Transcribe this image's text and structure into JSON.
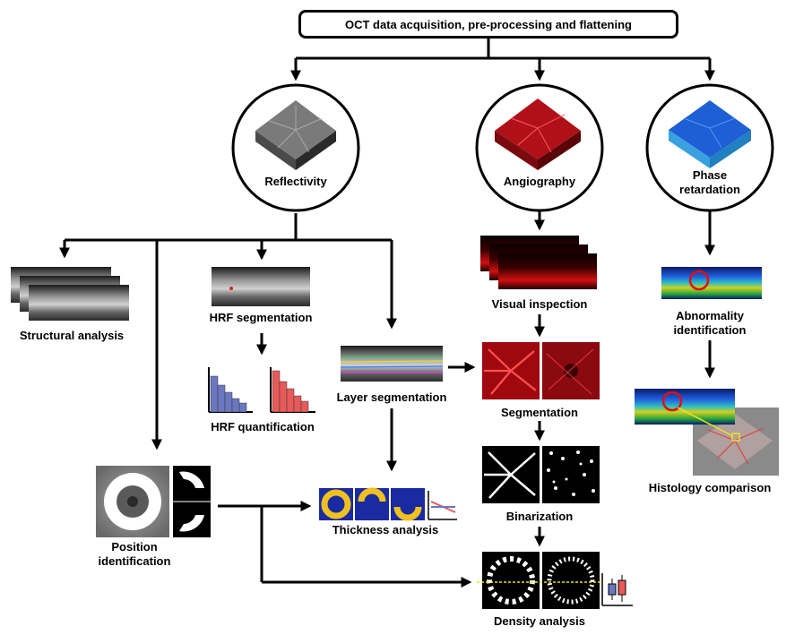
{
  "title": "OCT data acquisition, pre-processing and flattening",
  "modalities": {
    "reflectivity": "Reflectivity",
    "angiography": "Angiography",
    "phase_line1": "Phase",
    "phase_line2": "retardation"
  },
  "steps": {
    "structural_analysis": "Structural analysis",
    "hrf_segmentation": "HRF segmentation",
    "hrf_quantification": "HRF quantification",
    "layer_segmentation": "Layer segmentation",
    "thickness_analysis": "Thickness analysis",
    "position_line1": "Position",
    "position_line2": "identification",
    "visual_inspection": "Visual inspection",
    "segmentation": "Segmentation",
    "binarization": "Binarization",
    "density_analysis": "Density analysis",
    "abnormality_line1": "Abnormality",
    "abnormality_line2": "identification",
    "histology_comparison": "Histology comparison"
  },
  "colors": {
    "reflectivity": "#8a8a8a",
    "angiography": "#c0141a",
    "phase": "#1e5fd6",
    "hist_blue": "#6a78c0",
    "hist_red": "#e85a5a",
    "thickness_bg": "#1a2aa0",
    "thickness_ring": "#f0c020"
  }
}
